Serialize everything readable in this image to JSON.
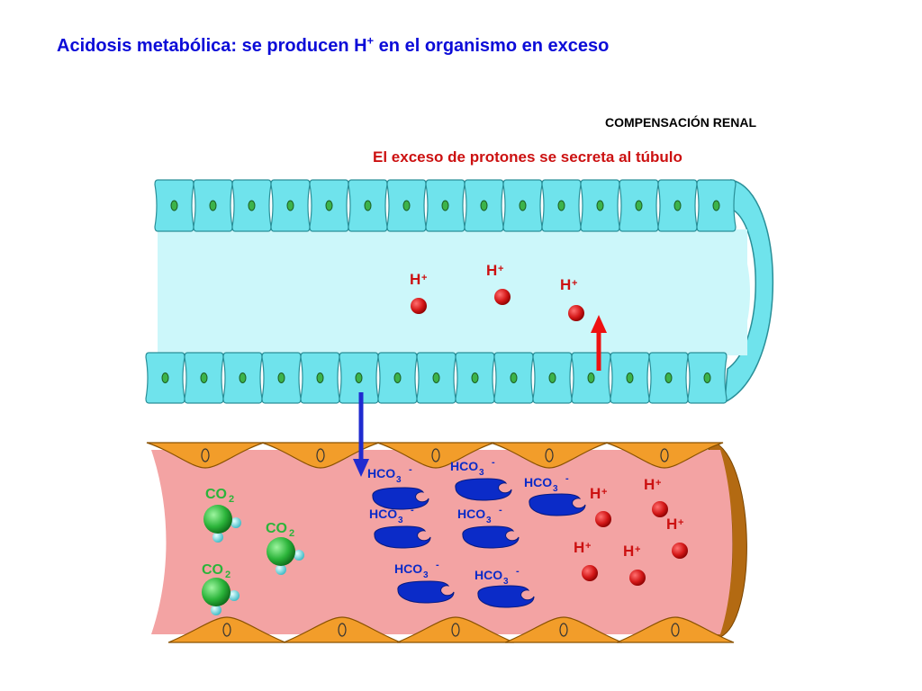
{
  "title": {
    "text": "Acidosis metabólica: se producen H",
    "sup": "+",
    "rest": " en el organismo en exceso"
  },
  "section_label": "COMPENSACIÓN RENAL",
  "subtitle": "El exceso de protones se secreta al túbulo",
  "labels": {
    "proton": "H",
    "proton_charge": "+",
    "bicarbonate": "HCO",
    "bicarbonate_sub": "3",
    "bicarbonate_charge": "-",
    "co2": "CO",
    "co2_sub": "2"
  },
  "colors": {
    "title": "#0b0bd8",
    "subtitle": "#cc1111",
    "tubule_cell": "#6fe3ec",
    "tubule_lumen": "#ccf7fa",
    "blood": "#f3a3a3",
    "endothelium": "#f29d2a",
    "proton": "#cc1111",
    "bicarbonate": "#0b2bc8",
    "co2": "#2bb43a",
    "arrow_up": "#ee1111",
    "arrow_down": "#1f2bd0"
  },
  "icons": [
    "proton-icon",
    "bicarbonate-icon",
    "co2-molecule-icon",
    "secretion-arrow-icon",
    "reabsorption-arrow-icon"
  ]
}
